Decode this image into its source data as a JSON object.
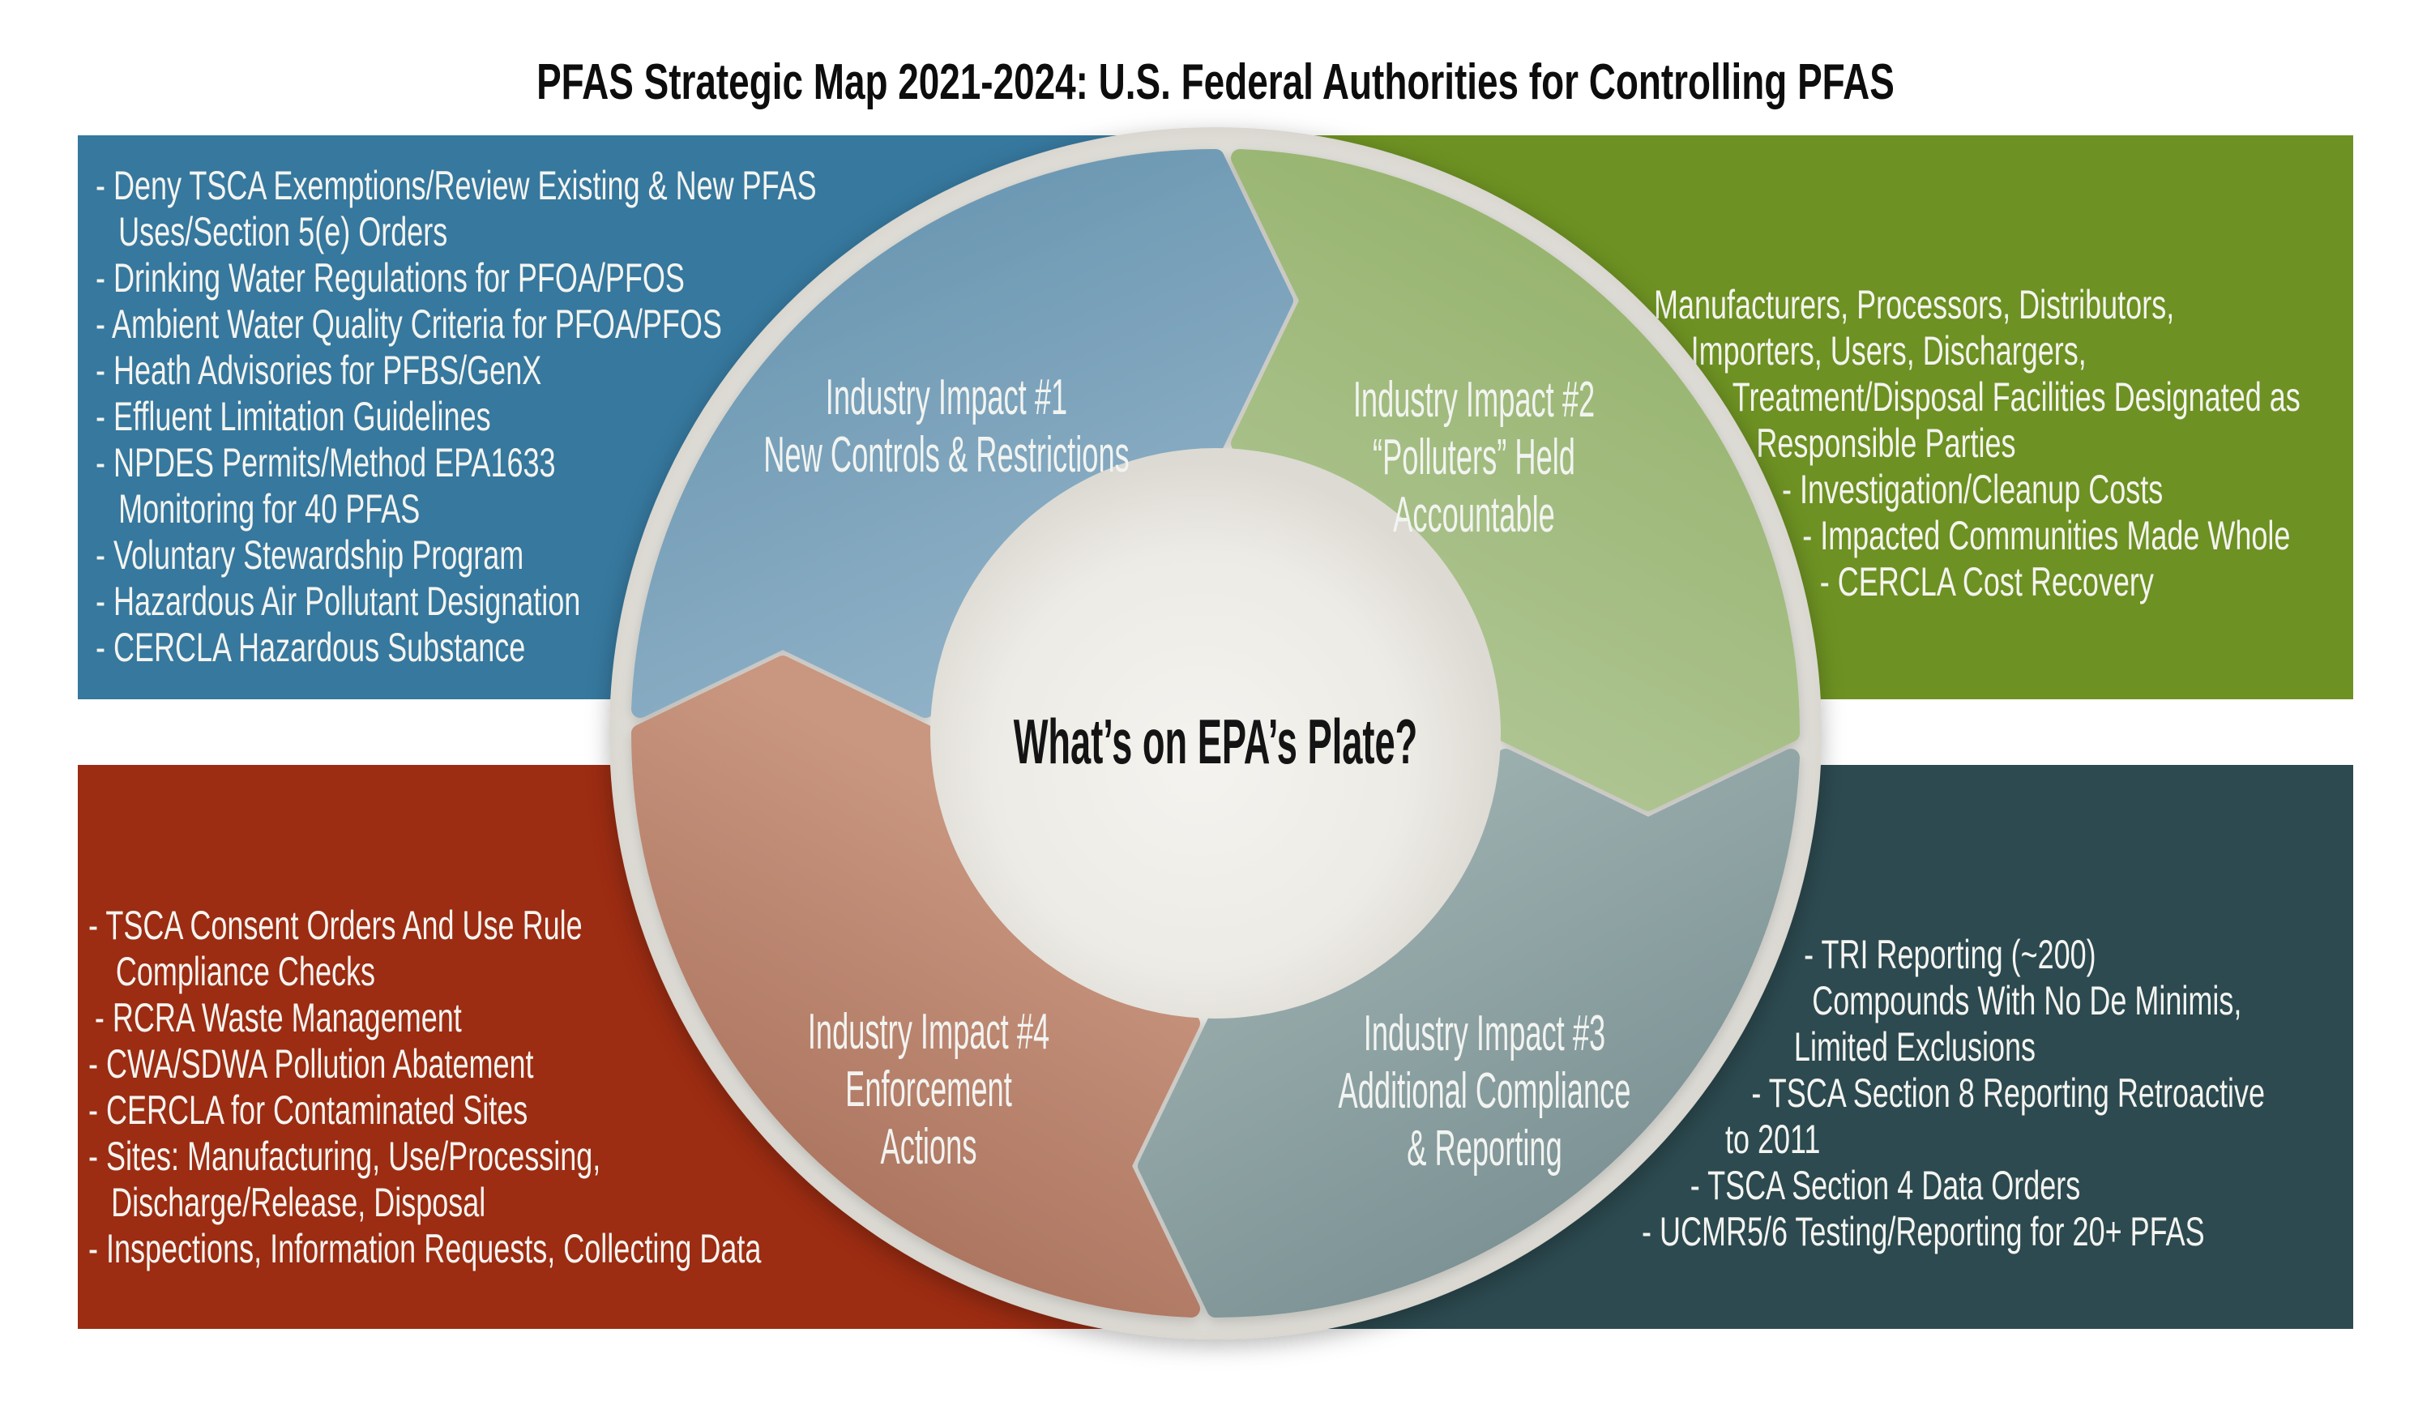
{
  "title": "PFAS Strategic Map 2021-2024: U.S. Federal Authorities for Controlling PFAS",
  "center_label": "What’s on EPA’s Plate?",
  "ring": {
    "plate_color": "#EDEBE6",
    "segments": [
      {
        "name": "industry-impact-1",
        "color": "#7BA2BB",
        "lines": [
          "Industry Impact #1",
          "New Controls & Restrictions"
        ]
      },
      {
        "name": "industry-impact-2",
        "color": "#A1BA7E",
        "lines": [
          "Industry Impact #2",
          "“Polluters” Held",
          "Accountable"
        ]
      },
      {
        "name": "industry-impact-3",
        "color": "#8CA1A2",
        "lines": [
          "Industry Impact #3",
          "Additional Compliance",
          "& Reporting"
        ]
      },
      {
        "name": "industry-impact-4",
        "color": "#BD8671",
        "lines": [
          "Industry Impact #4",
          "Enforcement",
          "Actions"
        ]
      }
    ]
  },
  "quadrants": {
    "top_left": {
      "color": "#36789E",
      "lines": [
        "- Deny TSCA Exemptions/Review Existing & New PFAS",
        "Uses/Section 5(e) Orders",
        "- Drinking Water Regulations for PFOA/PFOS",
        "- Ambient Water Quality Criteria for PFOA/PFOS",
        "- Heath Advisories for PFBS/GenX",
        "- Effluent Limitation Guidelines",
        "- NPDES Permits/Method EPA1633",
        "Monitoring for 40 PFAS",
        "- Voluntary Stewardship Program",
        "- Hazardous Air Pollutant Designation",
        "- CERCLA Hazardous Substance"
      ]
    },
    "top_right": {
      "color": "#6D9122",
      "lines": [
        "- Manufacturers, Processors, Distributors,",
        "Importers, Users, Dischargers,",
        "Treatment/Disposal Facilities Designated as",
        "Responsible Parties",
        "- Investigation/Cleanup Costs",
        "- Impacted Communities Made Whole",
        "- CERCLA Cost Recovery"
      ]
    },
    "bottom_left": {
      "color": "#9C2C12",
      "lines": [
        "- TSCA Consent Orders And Use Rule",
        "Compliance Checks",
        "- RCRA Waste Management",
        "- CWA/SDWA Pollution Abatement",
        "- CERCLA for Contaminated Sites",
        "- Sites: Manufacturing, Use/Processing,",
        "Discharge/Release, Disposal",
        "- Inspections, Information Requests, Collecting Data"
      ]
    },
    "bottom_right": {
      "color": "#2C4A50",
      "lines": [
        "- TRI Reporting (~200)",
        "Compounds With No De Minimis,",
        "Limited Exclusions",
        "- TSCA Section 8 Reporting Retroactive",
        "to 2011",
        "- TSCA Section 4 Data Orders",
        "- UCMR5/6 Testing/Reporting for 20+ PFAS"
      ]
    }
  }
}
